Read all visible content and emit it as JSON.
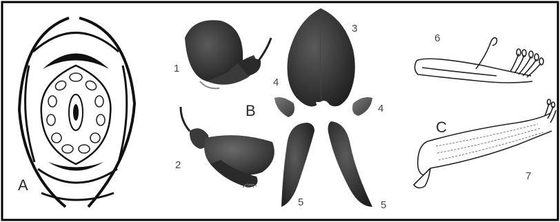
{
  "panels": {
    "a": {
      "letter": "A"
    },
    "b": {
      "letter": "B"
    },
    "c": {
      "letter": "C"
    }
  },
  "parts": {
    "n1": "1",
    "n2": "2",
    "n3": "3",
    "n4_left": "4",
    "n4_right": "4",
    "n5_left": "5",
    "n5_right": "5",
    "n6": "6",
    "n7": "7"
  },
  "colors": {
    "border": "#000000",
    "petal_dark": "#2b2b2b",
    "petal_mid": "#555555",
    "line_art": "#111111",
    "background": "#ffffff"
  }
}
